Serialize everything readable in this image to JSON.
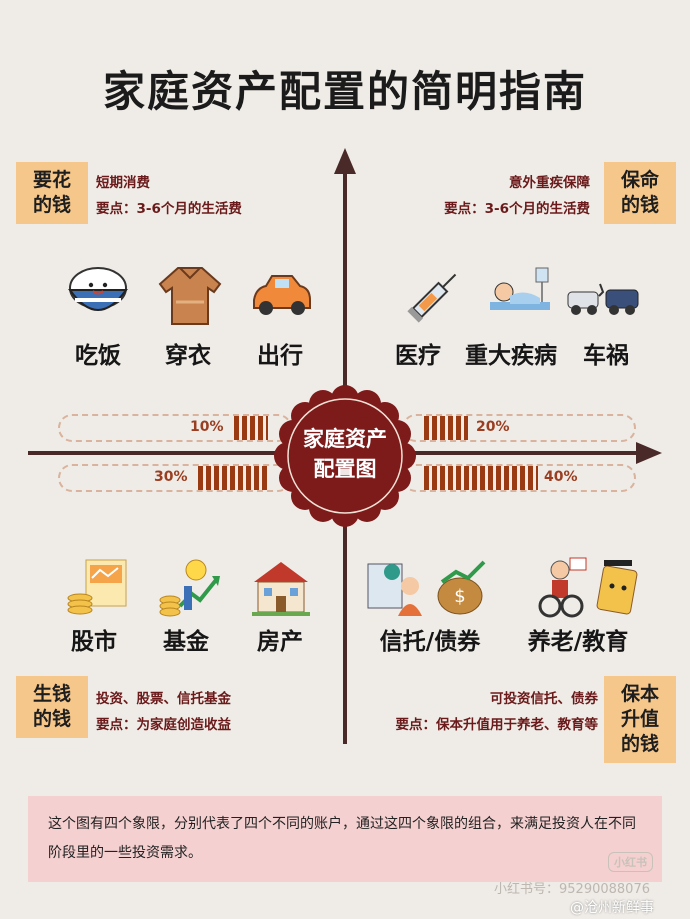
{
  "title": "家庭资产配置的简明指南",
  "colors": {
    "background": "#efebe6",
    "tag": "#f6c78a",
    "accent": "#7d1b1b",
    "axis": "#4a2a28",
    "note": "#f5d0d0"
  },
  "quadrants": {
    "top_left": {
      "tag_line1": "要花",
      "tag_line2": "的钱",
      "line1": "短期消费",
      "line2": "要点：3-6个月的生活费",
      "items": [
        {
          "label": "吃饭",
          "icon": "rice-bowl-icon"
        },
        {
          "label": "穿衣",
          "icon": "sweater-icon"
        },
        {
          "label": "出行",
          "icon": "car-icon"
        }
      ],
      "percent": "10%",
      "percent_value": 10
    },
    "top_right": {
      "tag_line1": "保命",
      "tag_line2": "的钱",
      "line1": "意外重疾保障",
      "line2": "要点：3-6个月的生活费",
      "items": [
        {
          "label": "医疗",
          "icon": "syringe-icon"
        },
        {
          "label": "重大疾病",
          "icon": "hospital-bed-icon"
        },
        {
          "label": "车祸",
          "icon": "car-crash-icon"
        }
      ],
      "percent": "20%",
      "percent_value": 20
    },
    "bottom_left": {
      "tag_line1": "生钱",
      "tag_line2": "的钱",
      "line1": "投资、股票、信托基金",
      "line2": "要点：为家庭创造收益",
      "items": [
        {
          "label": "股市",
          "icon": "stock-chart-icon"
        },
        {
          "label": "基金",
          "icon": "fund-coins-icon"
        },
        {
          "label": "房产",
          "icon": "house-icon"
        }
      ],
      "percent": "30%",
      "percent_value": 30
    },
    "bottom_right": {
      "tag_line1": "保本",
      "tag_line2": "升值",
      "tag_line3": "的钱",
      "line1": "可投资信托、债券",
      "line2": "要点：保本升值用于养老、教育等",
      "items": [
        {
          "label": "信托/债券",
          "icon": "trust-bond-icon"
        },
        {
          "label": "养老/教育",
          "icon": "pension-education-icon"
        }
      ],
      "percent": "40%",
      "percent_value": 40
    }
  },
  "center": {
    "line1": "家庭资产",
    "line2": "配置图"
  },
  "note": "这个图有四个象限，分别代表了四个不同的账户，通过这四个象限的组合，来满足投资人在不同阶段里的一些投资需求。",
  "watermark": {
    "app": "小红书",
    "id": "小红书号：95290088076",
    "account": "@沧州新鲜事"
  }
}
